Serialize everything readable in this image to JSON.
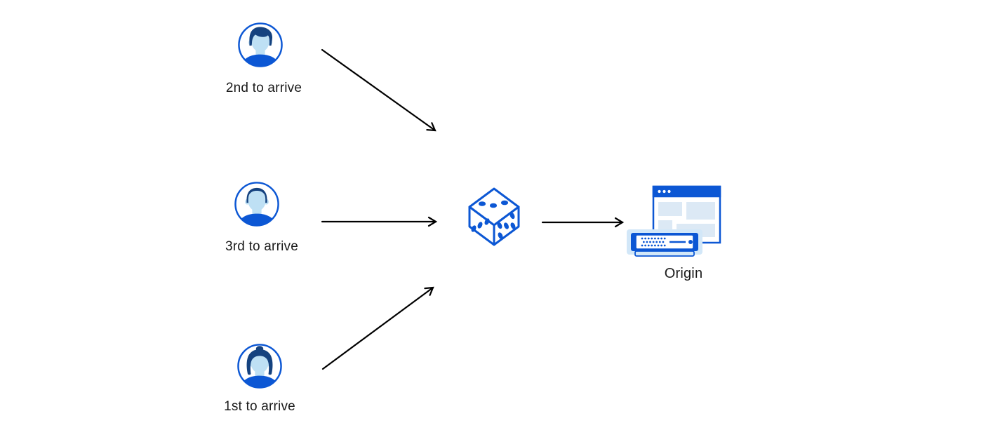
{
  "diagram": {
    "nodes": {
      "user_top": {
        "label": "2nd to arrive",
        "icon": "male-user-avatar-wavy-hair"
      },
      "user_middle": {
        "label": "3rd to arrive",
        "icon": "male-user-avatar-short-hair"
      },
      "user_bottom": {
        "label": "1st to arrive",
        "icon": "female-user-avatar-bun-hair"
      },
      "randomizer": {
        "label": "",
        "icon": "dice"
      },
      "origin": {
        "label": "Origin",
        "icon": "origin-server-with-browser-window"
      }
    },
    "edges": [
      {
        "from": "user_top",
        "to": "randomizer",
        "direction": "down-right"
      },
      {
        "from": "user_middle",
        "to": "randomizer",
        "direction": "right"
      },
      {
        "from": "user_bottom",
        "to": "randomizer",
        "direction": "up-right"
      },
      {
        "from": "randomizer",
        "to": "origin",
        "direction": "right"
      }
    ],
    "colors": {
      "primary": "#0C57D4",
      "navy": "#15427F",
      "face": "#BEE0F4",
      "panel": "#DCE9F5",
      "halo": "#D2E7F8",
      "arrow": "#000000",
      "text": "#1A1A1A",
      "background": "#FFFFFF"
    }
  }
}
